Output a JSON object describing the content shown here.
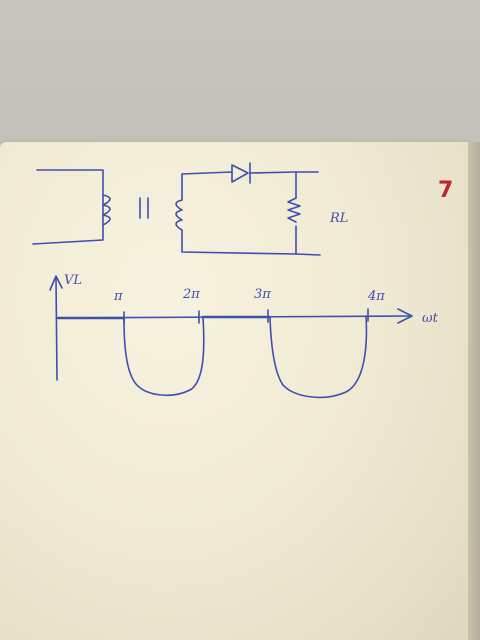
{
  "page_number": "7",
  "circuit": {
    "load_label": "RL"
  },
  "waveform": {
    "y_axis_label": "VL",
    "x_axis_label": "ωt",
    "ticks": [
      "π",
      "2π",
      "3π",
      "4π"
    ]
  },
  "colors": {
    "ink": "#3e4fb0",
    "page_number": "#c0262b",
    "paper": "#f3eed9"
  }
}
